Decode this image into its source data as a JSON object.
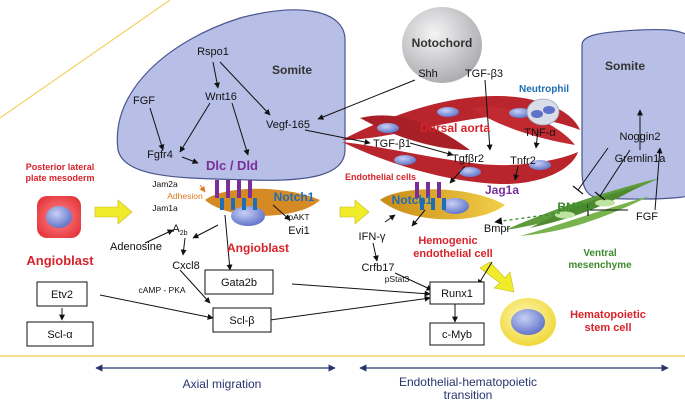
{
  "structures": {
    "somite_left": "Somite",
    "somite_right": "Somite",
    "notochord": "Notochord",
    "dorsal_aorta": "Dorsal aorta",
    "neutrophil": "Neutrophil",
    "endothelial_cells": "Endothelial cells",
    "posterior_lateral_plate_mesoderm": [
      "Posterior lateral",
      "plate mesoderm"
    ],
    "angioblast_left": "Angioblast",
    "angioblast_center": "Angioblast",
    "hemogenic_endothelial_cell": [
      "Hemogenic",
      "endothelial cell"
    ],
    "hematopoietic_stem_cell": [
      "Hematopoietic",
      "stem cell"
    ],
    "ventral_mesenchyme": [
      "Ventral",
      "mesenchyme"
    ]
  },
  "molecules": {
    "rspo1": "Rspo1",
    "fgf_left": "FGF",
    "wnt16": "Wnt16",
    "fgfr4": "Fgfr4",
    "dlc_dld": "Dlc / Dld",
    "vegf165": "Vegf-165",
    "shh": "Shh",
    "tgf_b3": "TGF-β3",
    "tgf_b1": "TGF-β1",
    "tgfbr2": "Tgfβr2",
    "tnf_a": "TNF-α",
    "tnfr2": "Tnfr2",
    "jag1a": "Jag1a",
    "notch1_left": "Notch1",
    "notch1_right": "Notch1",
    "jam2a": "Jam2a",
    "jam1a": "Jam1a",
    "adhesion": "Adhesion",
    "pakt": "pAKT",
    "evi1": "Evi1",
    "adenosine": "Adenosine",
    "a2b_base": "A",
    "a2b_sub": "2b",
    "cxcl8": "Cxcl8",
    "camp_pka": "cAMP - PKA",
    "ifn_g": "IFN-γ",
    "crfb17": "Crfb17",
    "pstat3": "pStat3",
    "bmpr": "Bmpr",
    "bmp4": "BMP4",
    "noggin2": "Noggin2",
    "gremlin1a": "Gremlin1a",
    "fgf_right": "FGF"
  },
  "boxes": {
    "etv2": "Etv2",
    "scl_a": "Scl-α",
    "gata2b": "Gata2b",
    "scl_b": "Scl-β",
    "runx1": "Runx1",
    "c_myb": "c-Myb"
  },
  "footer": {
    "axial_migration": "Axial migration",
    "eht_line1": "Endothelial-hematopoietic",
    "eht_line2": "transition"
  },
  "colors": {
    "somite_fill": "#b7bfe6",
    "somite_stroke": "#4a5590",
    "aorta": "#b8252c",
    "notochord": "#cfcfd1",
    "cell_nucleus": "#7f8fd8",
    "red_label": "#d8232a",
    "blue_label": "#1f6db3",
    "purple_label": "#7a2e9a",
    "green_label": "#3d8a2e",
    "receptor": "#7a2e9a",
    "progression_arrow": "#f1ec2a",
    "mesenchyme": "#5d9b3c",
    "footer_axis": "#27346e",
    "separator": "#f1c94a"
  }
}
